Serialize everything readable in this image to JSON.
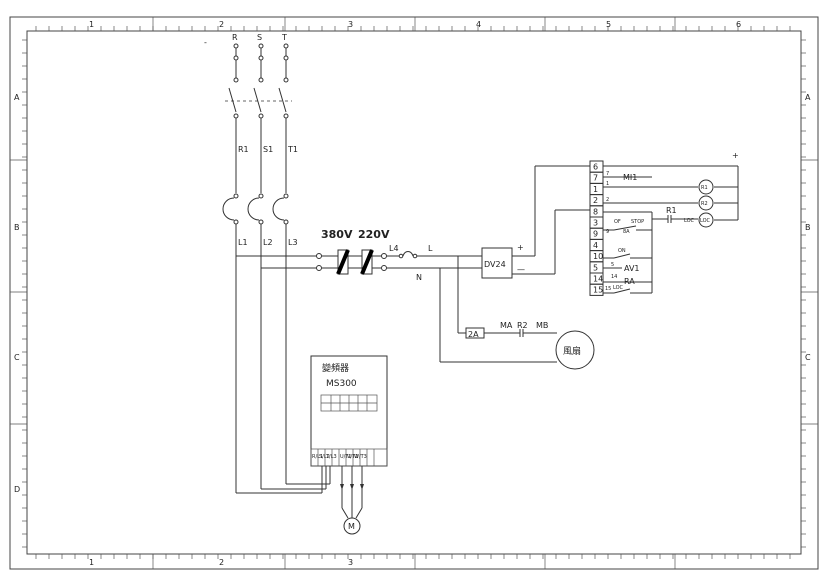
{
  "frame": {
    "col_numbers": [
      "1",
      "2",
      "3",
      "4",
      "5",
      "6"
    ],
    "row_letters": [
      "A",
      "B",
      "C",
      "D"
    ],
    "bottom_col_numbers": [
      "1",
      "2",
      "3"
    ]
  },
  "supply": {
    "phase_top": [
      "R",
      "S",
      "T"
    ],
    "phase_mid": [
      "R1",
      "S1",
      "T1"
    ],
    "phase_low": [
      "L1",
      "L2",
      "L3"
    ],
    "minus_mark": "-"
  },
  "transformer": {
    "v_primary": "380V",
    "v_secondary": "220V",
    "fuse_label": "L4",
    "line_l": "L",
    "line_n": "N"
  },
  "psu": {
    "label": "DV24",
    "plus": "+",
    "minus": "—"
  },
  "terminal": {
    "numbers": [
      "6",
      "7",
      "1",
      "2",
      "8",
      "3",
      "9",
      "4",
      "10",
      "5",
      "14",
      "15"
    ],
    "top_plus": "+",
    "wires": [
      {
        "num": "7",
        "label": "MI1"
      },
      {
        "num": "1",
        "label": ""
      },
      {
        "num": "2",
        "label": ""
      },
      {
        "num": "9",
        "label": "8A"
      },
      {
        "num": "5",
        "label": "AV1"
      },
      {
        "num": "14",
        "label": "RA"
      },
      {
        "num": "15",
        "label": ""
      }
    ],
    "contact_of": "OF",
    "contact_stop": "STOP",
    "contact_on": "ON",
    "contact_loc": "LOC",
    "relay_r1": "R1",
    "lamps": [
      "R1",
      "R2",
      "LOC"
    ]
  },
  "fan_branch": {
    "breaker": "2A",
    "ma": "MA",
    "r2": "R2",
    "mb": "MB",
    "fan": "風扇"
  },
  "inverter": {
    "title": "變頻器",
    "model": "MS300",
    "bottom_terminals": [
      "R/L1",
      "S/L2",
      "T/L3",
      "U/T1",
      "V/T2",
      "W/T3"
    ],
    "motor": "M"
  }
}
